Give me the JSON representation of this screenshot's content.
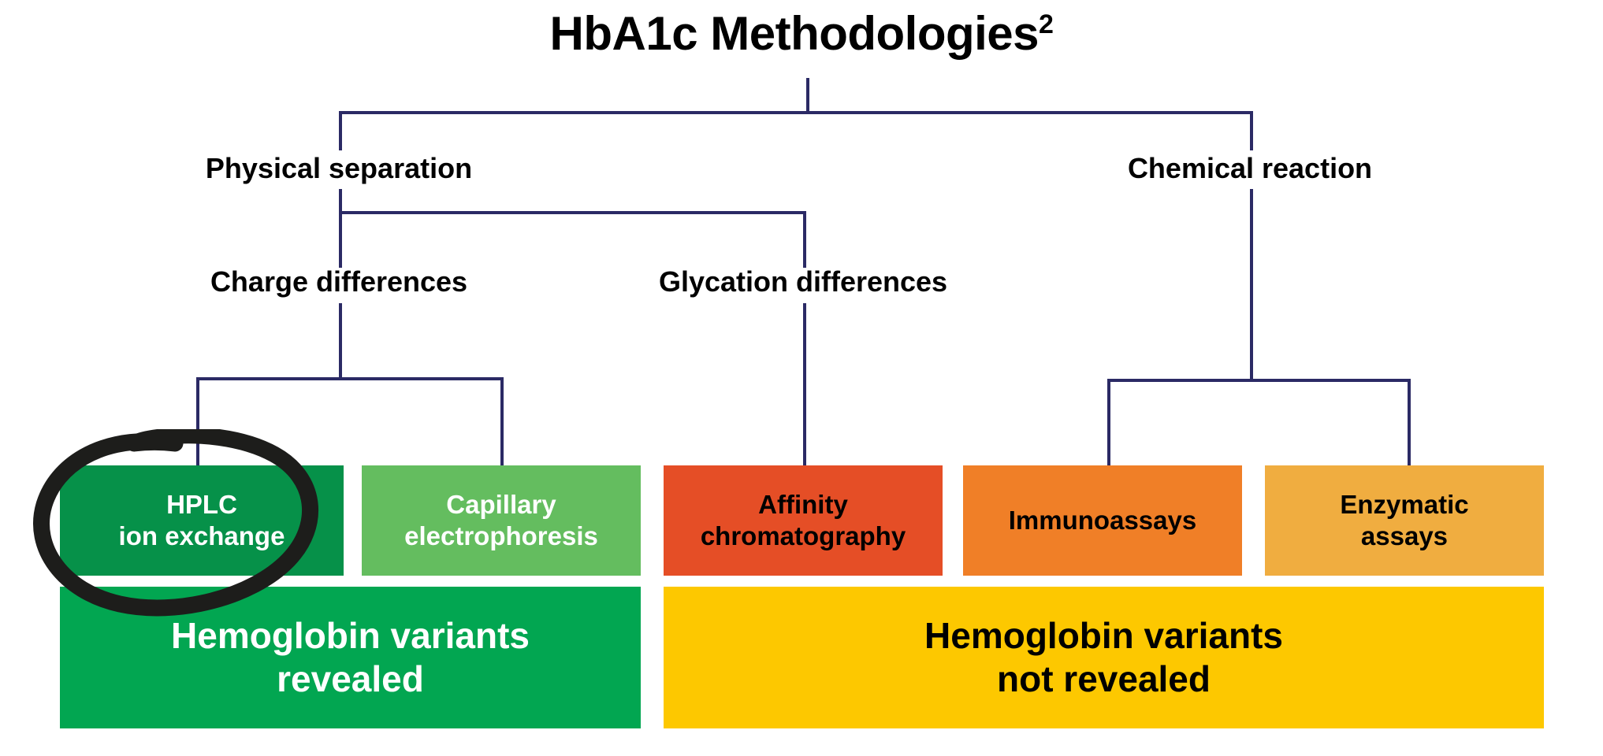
{
  "diagram": {
    "title": "HbA1c Methodologies",
    "title_superscript": "2",
    "line_color": "#2b2a65",
    "background": "#ffffff",
    "annotation": {
      "type": "hand-drawn-ellipse",
      "color": "#1d1d1b",
      "targets": "HPLC ion exchange"
    },
    "levels": {
      "root": "HbA1c Methodologies",
      "branch_1": [
        "Physical separation",
        "Chemical reaction"
      ],
      "branch_2": [
        "Charge differences",
        "Glycation differences"
      ]
    },
    "nodes": {
      "physical_separation": "Physical separation",
      "chemical_reaction": "Chemical reaction",
      "charge_differences": "Charge differences",
      "glycation_differences": "Glycation differences"
    },
    "methods": [
      {
        "id": "hplc-ion-exchange",
        "line1": "HPLC",
        "line2": "ion exchange",
        "color": "#069149",
        "text_color": "#ffffff",
        "highlighted": "true",
        "parent": "Charge differences"
      },
      {
        "id": "capillary-electrophoresis",
        "line1": "Capillary",
        "line2": "electrophoresis",
        "color": "#64bd5f",
        "text_color": "#ffffff",
        "highlighted": "false",
        "parent": "Charge differences"
      },
      {
        "id": "affinity-chromatography",
        "line1": "Affinity",
        "line2": "chromatography",
        "color": "#e54e26",
        "text_color": "#000000",
        "highlighted": "false",
        "parent": "Glycation differences"
      },
      {
        "id": "immunoassays",
        "line1": "Immunoassays",
        "line2": "",
        "color": "#f07f27",
        "text_color": "#000000",
        "highlighted": "false",
        "parent": "Chemical reaction"
      },
      {
        "id": "enzymatic-assays",
        "line1": "Enzymatic",
        "line2": "assays",
        "color": "#f0ad40",
        "text_color": "#000000",
        "highlighted": "false",
        "parent": "Chemical reaction"
      }
    ],
    "outcomes": [
      {
        "id": "variants-revealed",
        "line1": "Hemoglobin variants",
        "line2": "revealed",
        "color": "#02a651",
        "text_color": "#ffffff",
        "covers": [
          "HPLC ion exchange",
          "Capillary electrophoresis"
        ]
      },
      {
        "id": "variants-not-revealed",
        "line1": "Hemoglobin variants",
        "line2": "not revealed",
        "color": "#fdc800",
        "text_color": "#000000",
        "covers": [
          "Affinity chromatography",
          "Immunoassays",
          "Enzymatic assays"
        ]
      }
    ]
  }
}
